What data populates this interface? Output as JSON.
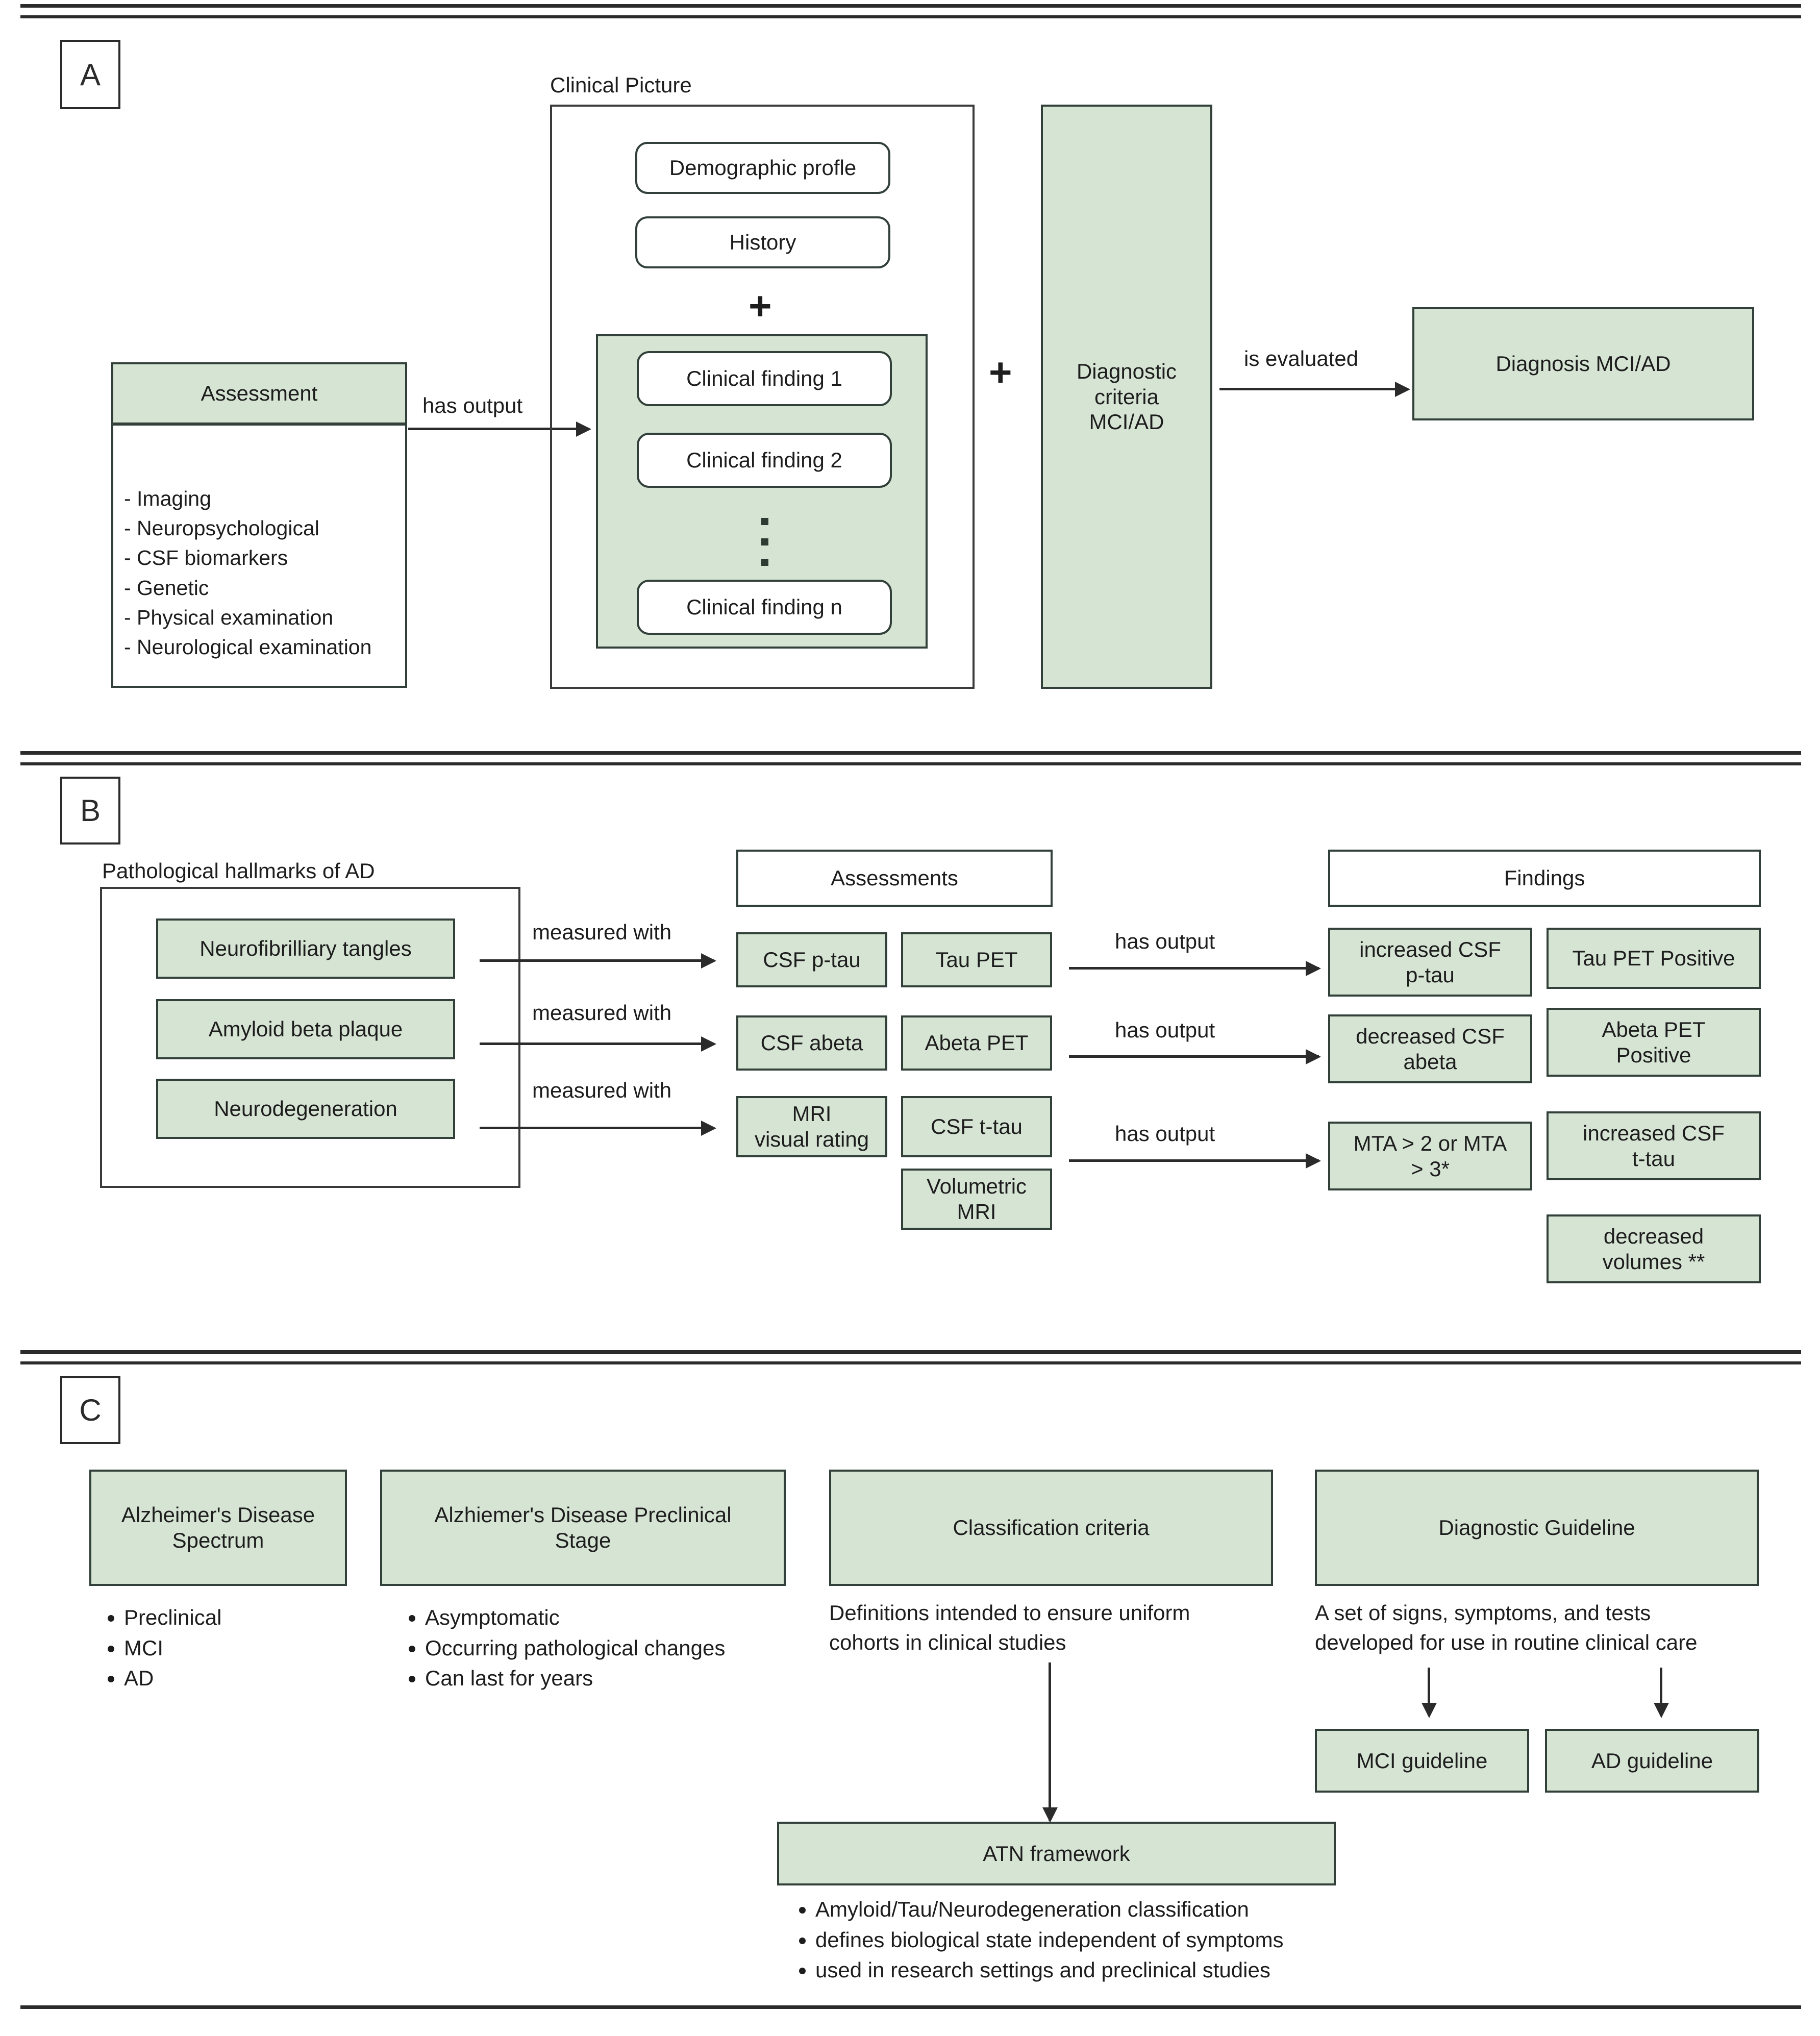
{
  "figure": {
    "panels": [
      {
        "letter": "A"
      },
      {
        "letter": "B"
      },
      {
        "letter": "C"
      }
    ]
  },
  "panel_a": {
    "assessment": {
      "title": "Assessment",
      "items": "- Imaging\n- Neuropsychological\n- CSF biomarkers\n- Genetic\n- Physical examination\n- Neurological examination"
    },
    "edge_has_output": "has output",
    "clinical_picture": {
      "title": "Clinical Picture",
      "demographic": "Demographic profle",
      "history": "History",
      "plus": "+",
      "findings": [
        "Clinical finding 1",
        "Clinical finding 2",
        "Clinical finding n"
      ]
    },
    "plus_outer": "+",
    "diagnostic_criteria": "Diagnostic\ncriteria\nMCI/AD",
    "edge_is_evaluated": "is evaluated",
    "diagnosis": "Diagnosis MCI/AD"
  },
  "panel_b": {
    "hallmarks_title": "Pathological hallmarks of AD",
    "hallmarks": [
      "Neurofibrilliary tangles",
      "Amyloid beta plaque",
      "Neurodegeneration"
    ],
    "edge_measured_with": "measured with",
    "assessments_header": "Assessments",
    "assessments_col1": [
      "CSF p-tau",
      "CSF abeta",
      "MRI\nvisual rating"
    ],
    "assessments_col2": [
      "Tau PET",
      "Abeta PET",
      "CSF t-tau",
      "Volumetric\nMRI"
    ],
    "edge_has_output": "has output",
    "findings_header": "Findings",
    "findings_col1": [
      "increased CSF\np-tau",
      "decreased CSF\nabeta",
      "MTA > 2 or MTA\n> 3*"
    ],
    "findings_col2": [
      "Tau PET Positive",
      "Abeta PET\nPositive",
      "increased CSF\nt-tau",
      "decreased\nvolumes **"
    ]
  },
  "panel_c": {
    "spectrum": {
      "title": "Alzheimer's Disease\nSpectrum",
      "bullets": [
        "Preclinical",
        "MCI",
        "AD"
      ]
    },
    "preclinical": {
      "title": "Alzhiemer's Disease Preclinical\nStage",
      "bullets": [
        "Asymptomatic",
        "Occurring pathological changes",
        "Can last for years"
      ]
    },
    "classification": {
      "title": "Classification criteria",
      "caption": "Definitions intended to ensure uniform\ncohorts in clinical studies"
    },
    "guideline": {
      "title": "Diagnostic Guideline",
      "caption": "A set of signs, symptoms, and tests\ndeveloped for use in routine clinical care",
      "children": [
        "MCI guideline",
        "AD guideline"
      ]
    },
    "atn": {
      "title": "ATN framework",
      "bullets": [
        "Amyloid/Tau/Neurodegeneration classification",
        "defines biological state independent of symptoms",
        "used in research settings and preclinical studies"
      ]
    }
  },
  "colors": {
    "green_fill": "#d6e4d4",
    "box_stroke": "#32403a",
    "line": "#2b2b2b"
  }
}
